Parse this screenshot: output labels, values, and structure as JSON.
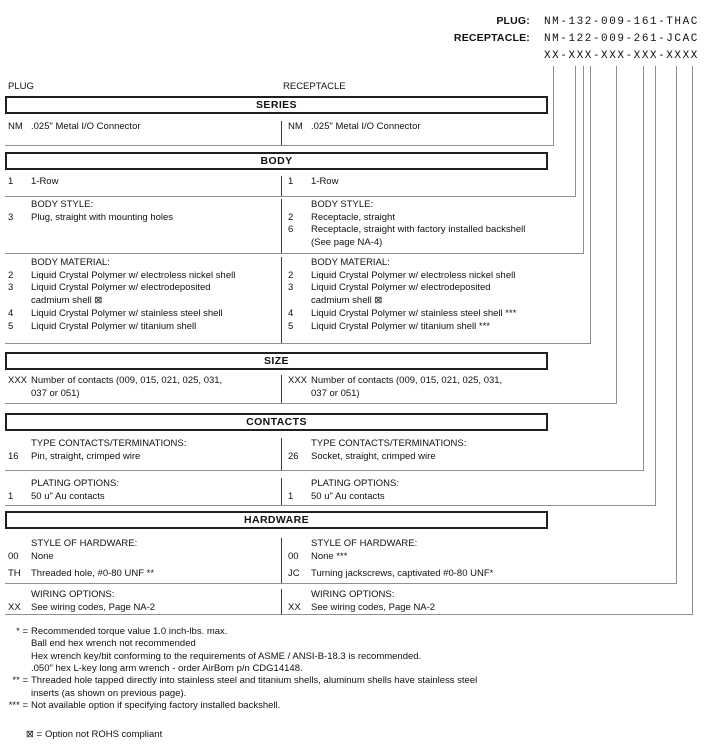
{
  "header": {
    "plug_label": "PLUG:",
    "plug_value": "NM-132-009-161-THAC",
    "receptacle_label": "RECEPTACLE:",
    "receptacle_value": "NM-122-009-261-JCAC",
    "pattern": "XX-XXX-XXX-XXX-XXXX"
  },
  "columns": {
    "left": "PLUG",
    "right": "RECEPTACLE"
  },
  "series": {
    "title": "SERIES",
    "left": [
      {
        "code": "NM",
        "desc": ".025\" Metal I/O Connector"
      }
    ],
    "right": [
      {
        "code": "NM",
        "desc": ".025\" Metal I/O Connector"
      }
    ]
  },
  "body": {
    "title": "BODY",
    "rows_left": [
      {
        "code": "1",
        "desc": "1-Row"
      }
    ],
    "rows_right": [
      {
        "code": "1",
        "desc": "1-Row"
      }
    ],
    "style": {
      "left_title": "BODY STYLE:",
      "right_title": "BODY STYLE:",
      "left": [
        {
          "code": "3",
          "desc": "Plug, straight with mounting holes"
        }
      ],
      "right": [
        {
          "code": "2",
          "desc": "Receptacle, straight"
        },
        {
          "code": "6",
          "desc": "Receptacle, straight with factory installed backshell"
        },
        {
          "code": "",
          "desc": "(See page NA-4)"
        }
      ]
    },
    "material": {
      "left_title": "BODY MATERIAL:",
      "right_title": "BODY MATERIAL:",
      "left": [
        {
          "code": "2",
          "desc": "Liquid Crystal Polymer w/ electroless nickel shell"
        },
        {
          "code": "3",
          "desc": "Liquid Crystal Polymer w/ electrodeposited"
        },
        {
          "code": "",
          "desc": "cadmium shell  ⊠"
        },
        {
          "code": "4",
          "desc": "Liquid Crystal Polymer w/ stainless steel shell"
        },
        {
          "code": "5",
          "desc": "Liquid Crystal Polymer w/ titanium shell"
        }
      ],
      "right": [
        {
          "code": "2",
          "desc": "Liquid Crystal Polymer w/ electroless nickel shell"
        },
        {
          "code": "3",
          "desc": "Liquid Crystal Polymer w/ electrodeposited"
        },
        {
          "code": "",
          "desc": "cadmium shell  ⊠"
        },
        {
          "code": "4",
          "desc": "Liquid Crystal Polymer w/ stainless steel shell ***"
        },
        {
          "code": "5",
          "desc": "Liquid Crystal Polymer w/ titanium shell ***"
        }
      ]
    }
  },
  "size": {
    "title": "SIZE",
    "left": [
      {
        "code": "XXX",
        "desc": "Number of contacts (009, 015, 021, 025, 031,"
      },
      {
        "code": "",
        "desc": "037 or 051)"
      }
    ],
    "right": [
      {
        "code": "XXX",
        "desc": "Number of contacts (009, 015, 021, 025, 031,"
      },
      {
        "code": "",
        "desc": "037 or 051)"
      }
    ]
  },
  "contacts": {
    "title": "CONTACTS",
    "type": {
      "left_title": "TYPE CONTACTS/TERMINATIONS:",
      "right_title": "TYPE CONTACTS/TERMINATIONS:",
      "left": [
        {
          "code": "16",
          "desc": "Pin, straight, crimped wire"
        }
      ],
      "right": [
        {
          "code": "26",
          "desc": "Socket, straight, crimped wire"
        }
      ]
    },
    "plating": {
      "left_title": "PLATING OPTIONS:",
      "right_title": "PLATING OPTIONS:",
      "left": [
        {
          "code": "1",
          "desc": "50 u\" Au contacts"
        }
      ],
      "right": [
        {
          "code": "1",
          "desc": "50 u\" Au contacts"
        }
      ]
    }
  },
  "hardware": {
    "title": "HARDWARE",
    "style": {
      "left_title": "STYLE OF HARDWARE:",
      "right_title": "STYLE OF HARDWARE:",
      "left": [
        {
          "code": "00",
          "desc": "None"
        },
        {
          "code": "TH",
          "desc": "Threaded hole, #0-80 UNF  **"
        }
      ],
      "right": [
        {
          "code": "00",
          "desc": "None  ***"
        },
        {
          "code": "JC",
          "desc": "Turning jackscrews, captivated #0-80 UNF*"
        }
      ]
    },
    "wiring": {
      "left_title": "WIRING OPTIONS:",
      "right_title": "WIRING OPTIONS:",
      "left": [
        {
          "code": "XX",
          "desc": "See wiring codes, Page NA-2"
        }
      ],
      "right": [
        {
          "code": "XX",
          "desc": "See wiring codes, Page NA-2"
        }
      ]
    }
  },
  "footnotes": [
    {
      "marker": "* =",
      "text": "Recommended torque value 1.0 inch-lbs. max."
    },
    {
      "marker": "",
      "text": "Ball end hex wrench not recommended"
    },
    {
      "marker": "",
      "text": "Hex wrench key/bit conforming to the requirements of ASME / ANSI-B-18.3 is recommended."
    },
    {
      "marker": "",
      "text": ".050\" hex L-key long arm wrench - order AirBorn p/n CDG14148."
    },
    {
      "marker": "** =",
      "text": "Threaded hole tapped directly into stainless steel and titanium shells, aluminum shells have stainless steel"
    },
    {
      "marker": "",
      "text": "inserts (as shown on previous page)."
    },
    {
      "marker": "*** =",
      "text": "Not available option if specifying factory installed backshell."
    }
  ],
  "rohs_note": {
    "marker": "⊠ =",
    "text": "Option not ROHS compliant"
  }
}
